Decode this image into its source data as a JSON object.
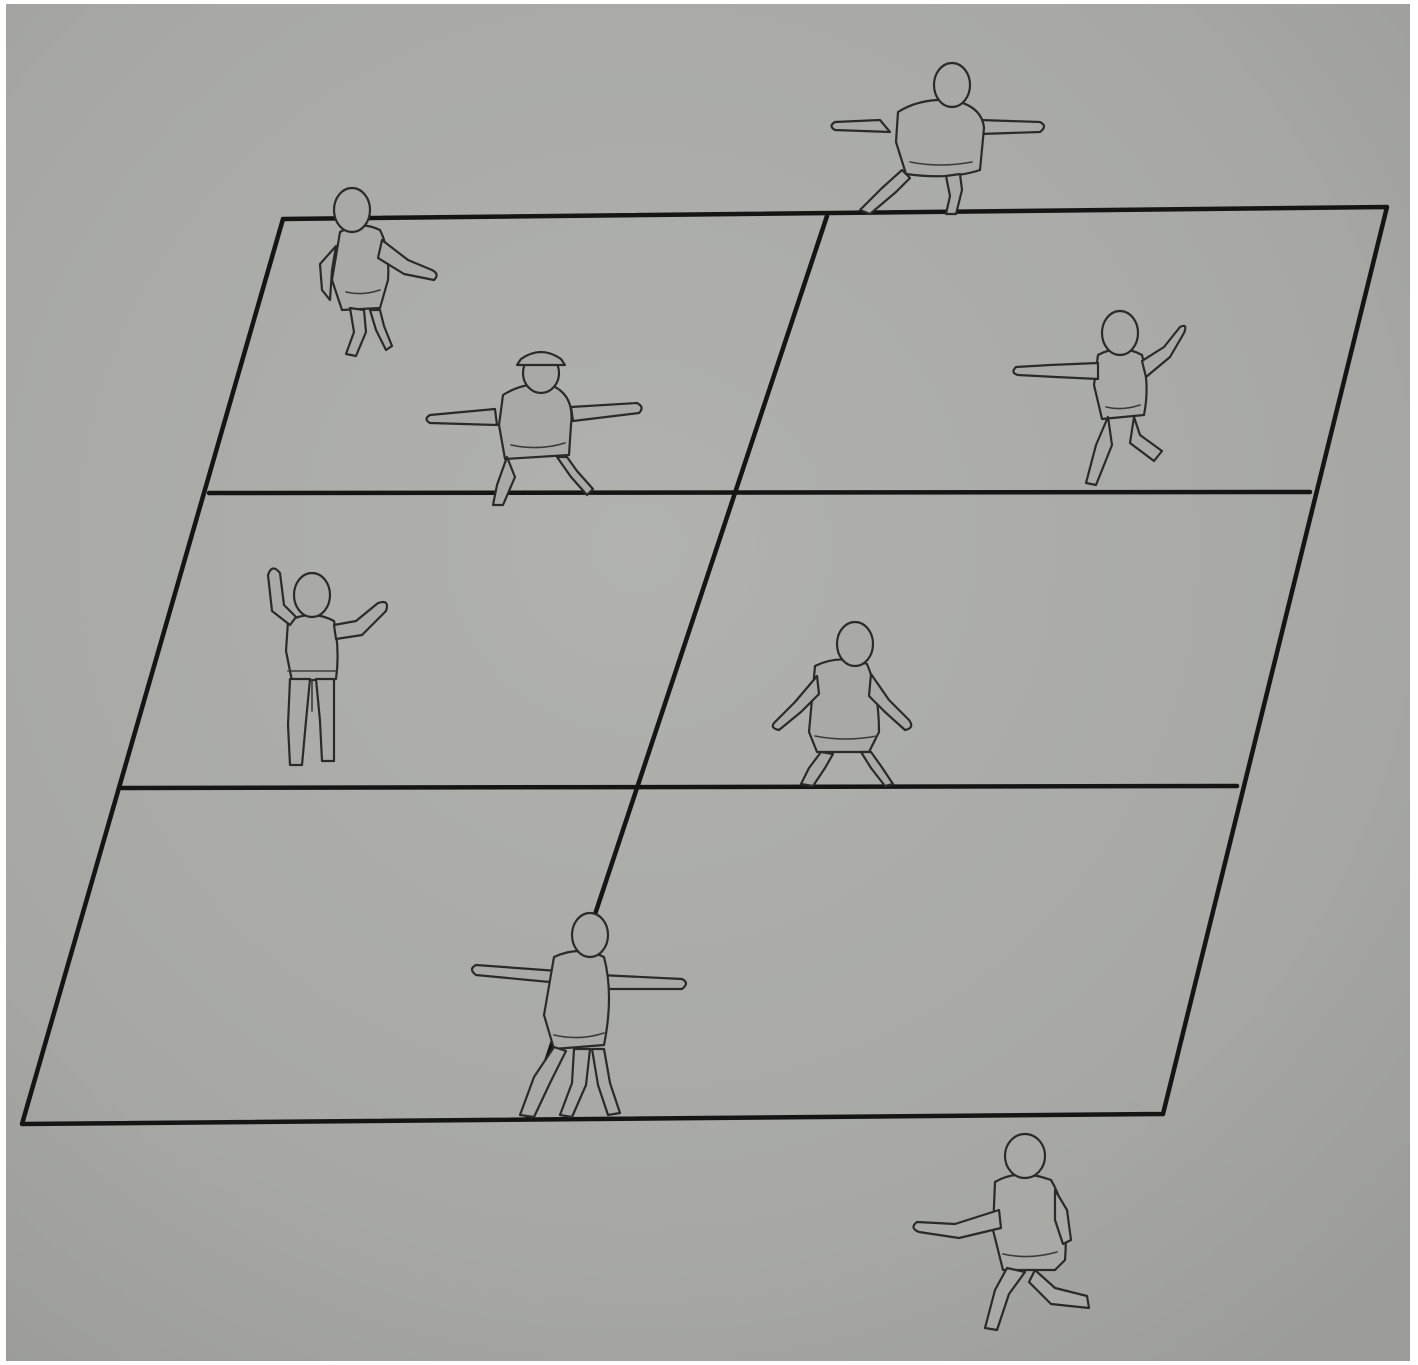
{
  "diagram": {
    "kind": "hand-drawn playing court divided into six zones with child figures",
    "paper_color": "#a8a9a5",
    "line_color": "#151515",
    "figure_outline_color": "#2a2a2a",
    "zone_grid": {
      "columns": 2,
      "rows": 3
    },
    "figures": [
      {
        "name": "figure-top-center-outside",
        "pose": "arms-outstretched"
      },
      {
        "name": "figure-top-left-corner",
        "pose": "running"
      },
      {
        "name": "figure-zone-top-left",
        "pose": "arms-outstretched-with-cap"
      },
      {
        "name": "figure-zone-top-right",
        "pose": "running"
      },
      {
        "name": "figure-zone-middle-left",
        "pose": "arms-raised-back-view"
      },
      {
        "name": "figure-zone-middle-right",
        "pose": "ready-stance"
      },
      {
        "name": "figure-bottom-center-line",
        "pose": "arms-outstretched"
      },
      {
        "name": "figure-bottom-right-outside",
        "pose": "lunging"
      }
    ]
  }
}
